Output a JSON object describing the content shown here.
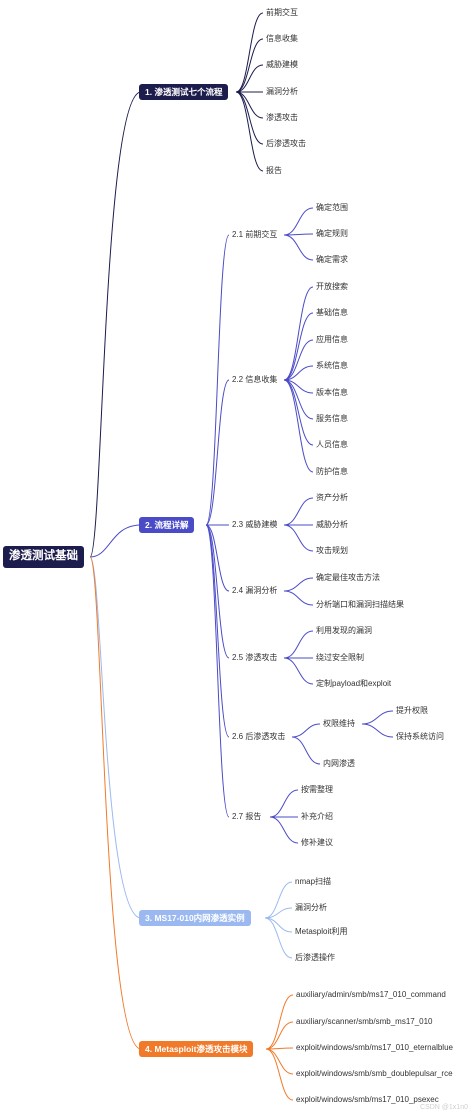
{
  "root": "渗透测试基础",
  "colors": {
    "b1": "#1c1c4d",
    "b2": "#4a4bc7",
    "b3": "#9bb9f0",
    "b4": "#f07a2a"
  },
  "b1": {
    "title": "1. 渗透测试七个流程",
    "items": [
      "前期交互",
      "信息收集",
      "威胁建模",
      "漏洞分析",
      "渗透攻击",
      "后渗透攻击",
      "报告"
    ]
  },
  "b2": {
    "title": "2. 流程详解",
    "g1": {
      "title": "2.1 前期交互",
      "items": [
        "确定范围",
        "确定规则",
        "确定需求"
      ]
    },
    "g2": {
      "title": "2.2 信息收集",
      "items": [
        "开放搜索",
        "基础信息",
        "应用信息",
        "系统信息",
        "版本信息",
        "服务信息",
        "人员信息",
        "防护信息"
      ]
    },
    "g3": {
      "title": "2.3 威胁建模",
      "items": [
        "资产分析",
        "威胁分析",
        "攻击规划"
      ]
    },
    "g4": {
      "title": "2.4 漏洞分析",
      "items": [
        "确定最佳攻击方法",
        "分析端口和漏洞扫描结果"
      ]
    },
    "g5": {
      "title": "2.5 渗透攻击",
      "items": [
        "利用发现的漏洞",
        "绕过安全限制",
        "定制payload和exploit"
      ]
    },
    "g6": {
      "title": "2.6 后渗透攻击",
      "persist": "权限维持",
      "persist_items": [
        "提升权限",
        "保持系统访问"
      ],
      "lateral": "内网渗透"
    },
    "g7": {
      "title": "2.7 报告",
      "items": [
        "按需整理",
        "补充介绍",
        "修补建议"
      ]
    }
  },
  "b3": {
    "title": "3. MS17-010内网渗透实例",
    "items": [
      "nmap扫描",
      "漏洞分析",
      "Metasploit利用",
      "后渗透操作"
    ]
  },
  "b4": {
    "title": "4. Metasploit渗透攻击模块",
    "items": [
      "auxiliary/admin/smb/ms17_010_command",
      "auxiliary/scanner/smb/smb_ms17_010",
      "exploit/windows/smb/ms17_010_eternalblue",
      "exploit/windows/smb/smb_doublepulsar_rce",
      "exploit/windows/smb/ms17_010_psexec"
    ]
  },
  "watermark": "CSDN @1x1n0"
}
